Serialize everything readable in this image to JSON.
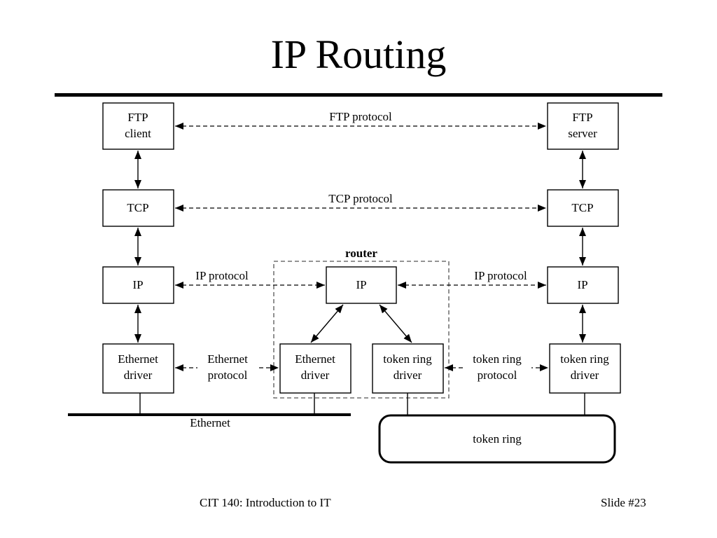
{
  "slide": {
    "title": "IP Routing",
    "footer_course": "CIT 140: Introduction to IT",
    "footer_slide": "Slide #23"
  },
  "diagram": {
    "boxes": {
      "ftp_client": [
        "FTP",
        "client"
      ],
      "ftp_server": [
        "FTP",
        "server"
      ],
      "tcp_left": [
        "TCP"
      ],
      "tcp_right": [
        "TCP"
      ],
      "ip_left": [
        "IP"
      ],
      "ip_router": [
        "IP"
      ],
      "ip_right": [
        "IP"
      ],
      "eth_driver_left": [
        "Ethernet",
        "driver"
      ],
      "eth_driver_router": [
        "Ethernet",
        "driver"
      ],
      "tr_driver_router": [
        "token ring",
        "driver"
      ],
      "tr_driver_right": [
        "token ring",
        "driver"
      ]
    },
    "router_label": "router",
    "protocols": {
      "ftp": "FTP protocol",
      "tcp": "TCP protocol",
      "ip_left": "IP protocol",
      "ip_right": "IP protocol",
      "ethernet": [
        "Ethernet",
        "protocol"
      ],
      "token_ring": [
        "token ring",
        "protocol"
      ]
    },
    "networks": {
      "ethernet": "Ethernet",
      "token_ring": "token ring"
    }
  }
}
